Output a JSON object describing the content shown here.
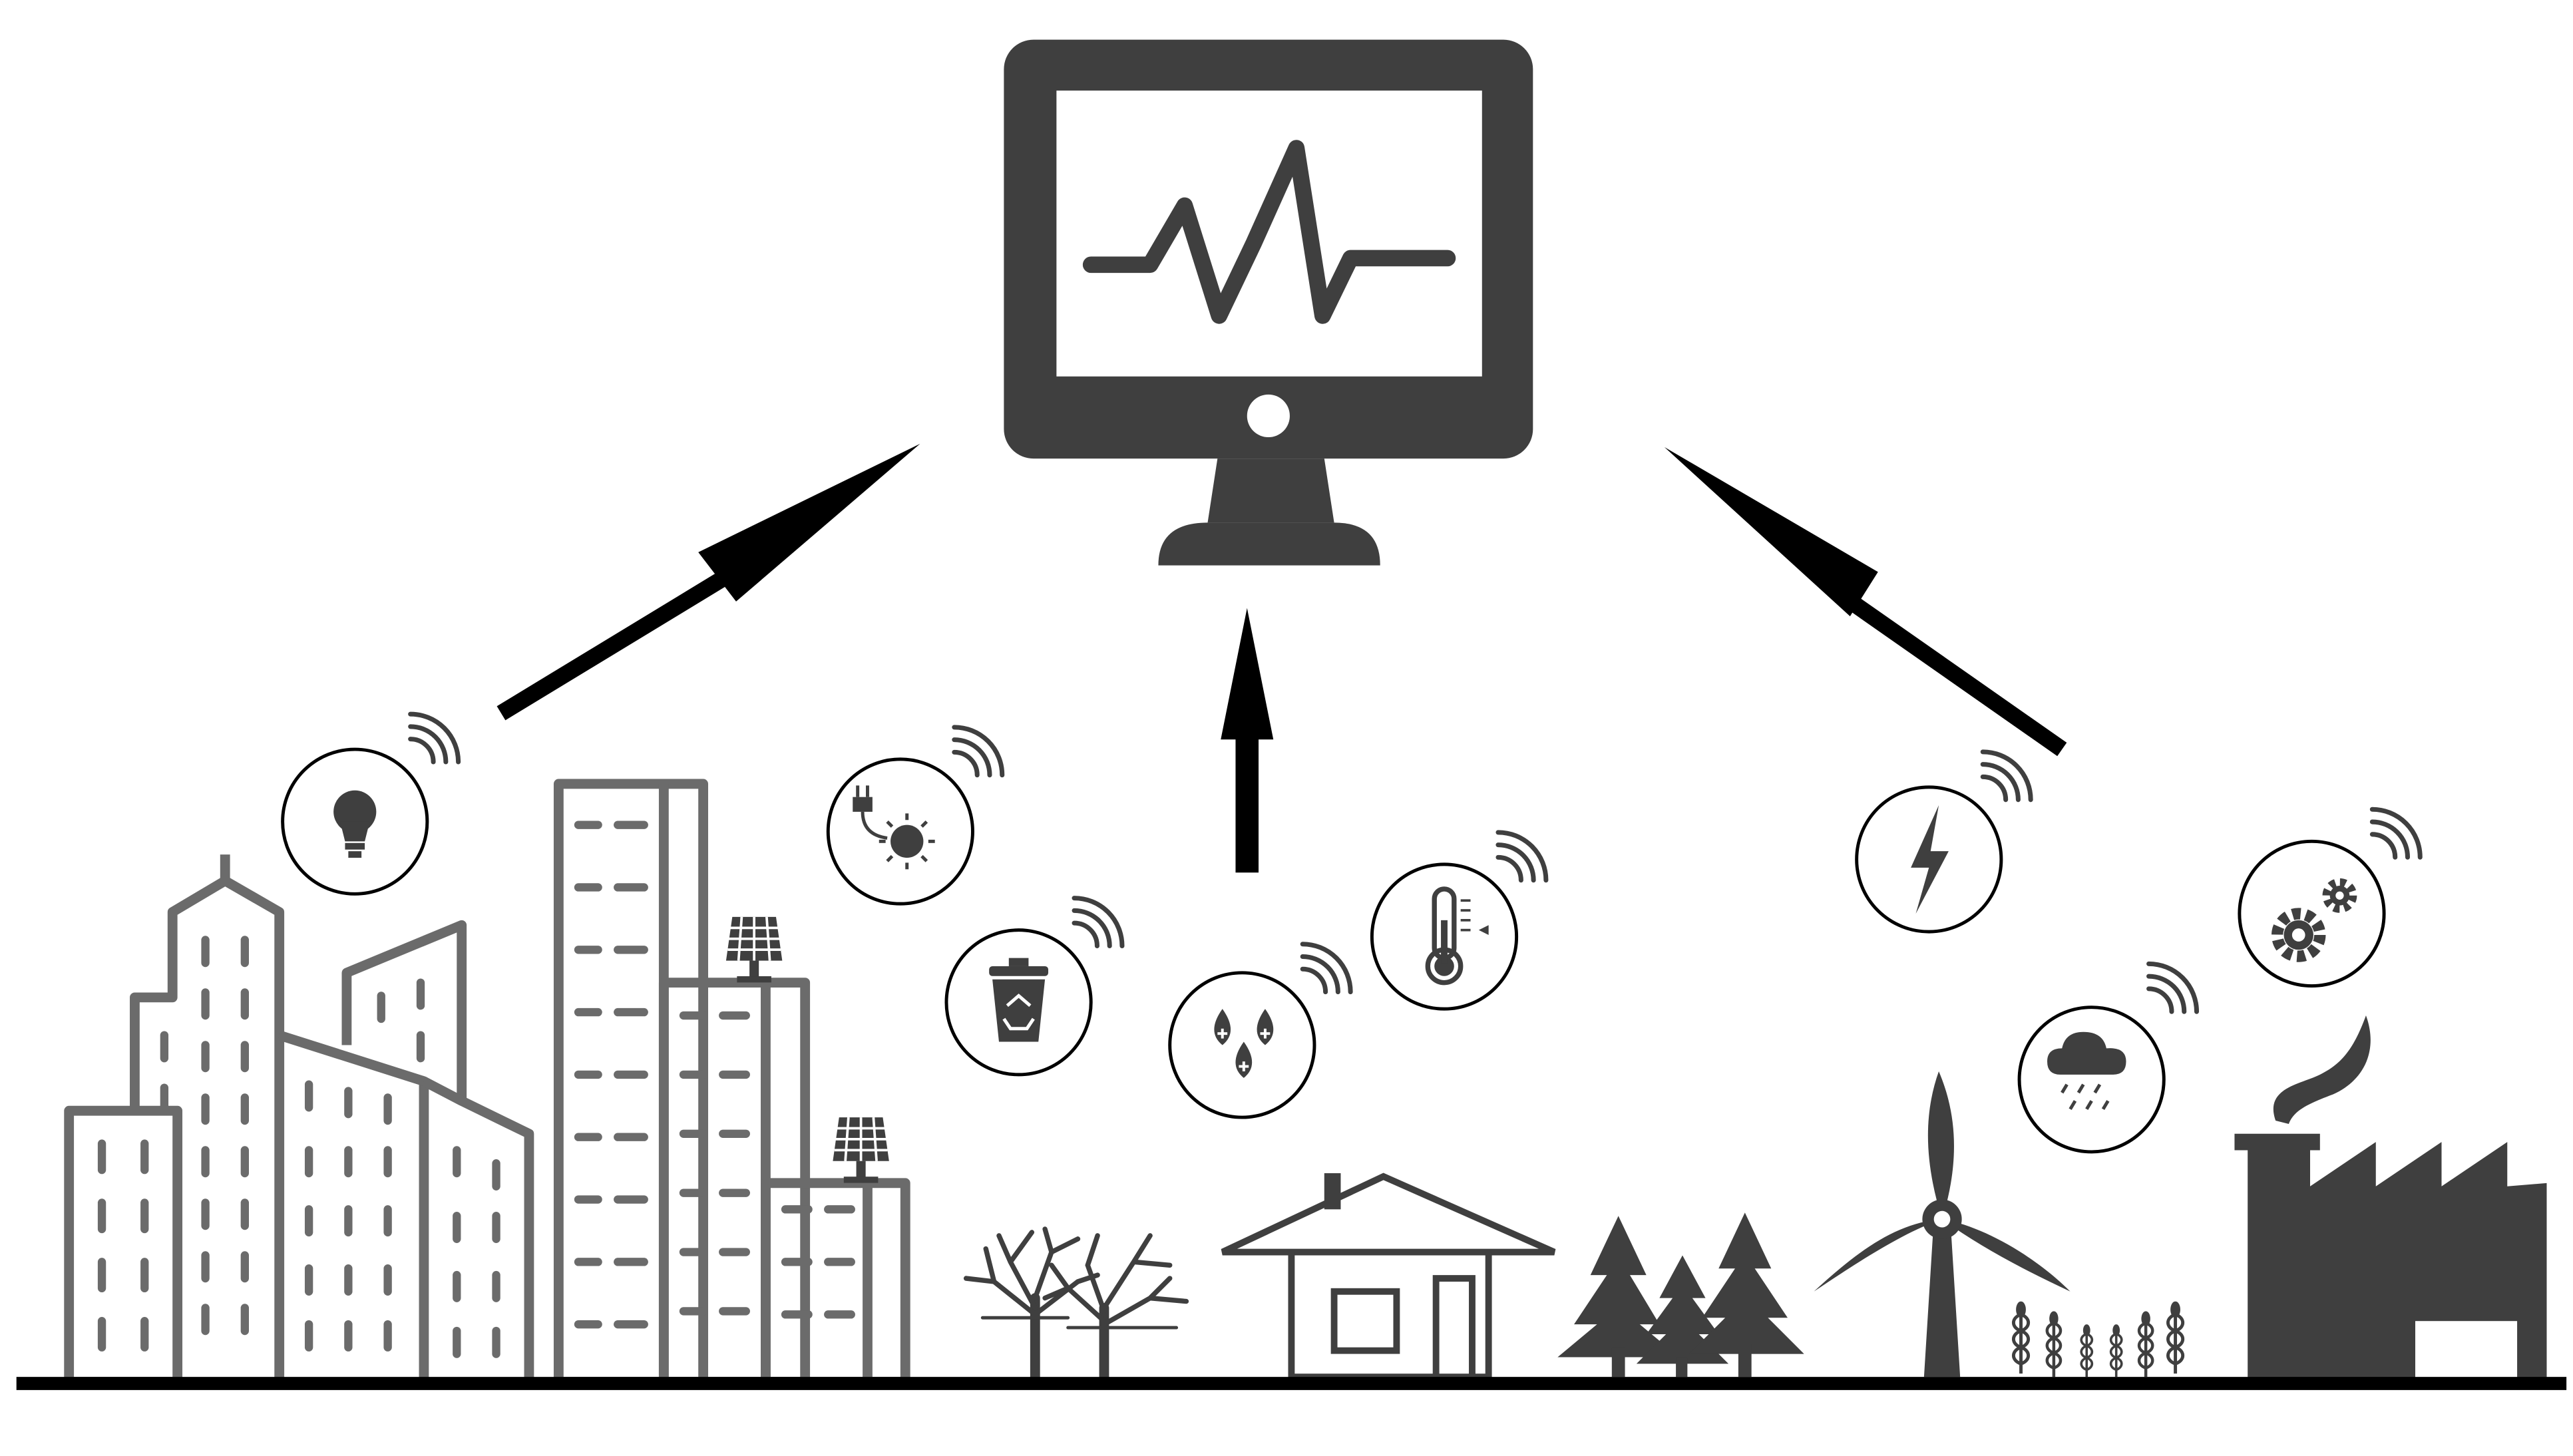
{
  "colors": {
    "dark": "#3f3f3f",
    "building_stroke": "#6b6b6b",
    "black": "#000000",
    "white": "#ffffff"
  },
  "hub": {
    "icon": "monitor-icon",
    "screen_icon": "heartbeat-icon"
  },
  "arrows": [
    {
      "name": "arrow-city-to-monitor",
      "from": "city",
      "to": "monitor"
    },
    {
      "name": "arrow-home-to-monitor",
      "from": "home",
      "to": "monitor"
    },
    {
      "name": "arrow-industry-to-monitor",
      "from": "industry",
      "to": "monitor"
    }
  ],
  "sensors": [
    {
      "name": "lightbulb-sensor",
      "icon": "lightbulb-icon"
    },
    {
      "name": "solar-power-sensor",
      "icon": "plug-sun-icon"
    },
    {
      "name": "waste-bin-sensor",
      "icon": "recycle-bin-icon"
    },
    {
      "name": "water-sensor",
      "icon": "water-drops-icon"
    },
    {
      "name": "temperature-sensor",
      "icon": "thermometer-icon"
    },
    {
      "name": "energy-sensor",
      "icon": "lightning-icon"
    },
    {
      "name": "rain-sensor",
      "icon": "rain-cloud-icon"
    },
    {
      "name": "machinery-sensor",
      "icon": "gears-icon"
    }
  ],
  "landscape": [
    {
      "name": "city-buildings",
      "icon": "skyscraper-icon"
    },
    {
      "name": "solar-panel-top",
      "icon": "solar-panel-icon"
    },
    {
      "name": "solar-panel-mid",
      "icon": "solar-panel-icon"
    },
    {
      "name": "bare-trees",
      "icon": "tree-icon"
    },
    {
      "name": "house",
      "icon": "house-icon"
    },
    {
      "name": "pine-trees",
      "icon": "pine-tree-icon"
    },
    {
      "name": "wind-turbine",
      "icon": "wind-turbine-icon"
    },
    {
      "name": "crops",
      "icon": "wheat-icon"
    },
    {
      "name": "factory",
      "icon": "factory-icon"
    }
  ]
}
